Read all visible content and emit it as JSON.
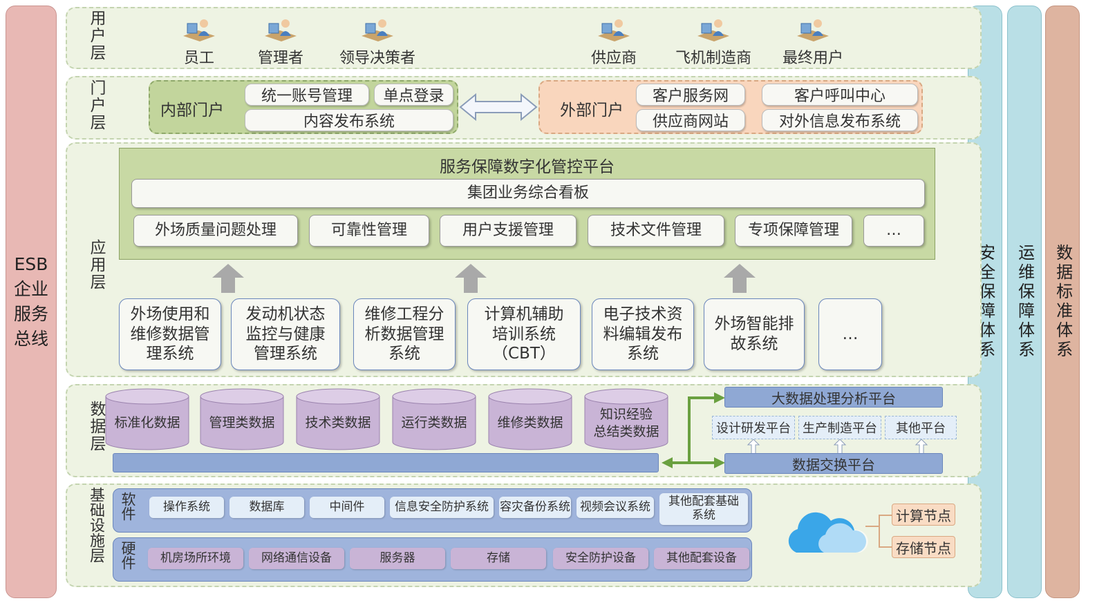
{
  "side_bars": {
    "esb": [
      "ESB",
      "企业",
      "服务",
      "总线"
    ],
    "security": "安全保障体系",
    "ops": "运维保障体系",
    "standards": "数据标准体系"
  },
  "layers": {
    "user": "用户层",
    "portal": "门户层",
    "app": "应用层",
    "data": "数据层",
    "infra": "基础设施层"
  },
  "users": [
    "员工",
    "管理者",
    "领导决策者",
    "供应商",
    "飞机制造商",
    "最终用户"
  ],
  "internal_portal": {
    "title": "内部门户",
    "items": [
      "统一账号管理",
      "单点登录",
      "内容发布系统"
    ]
  },
  "external_portal": {
    "title": "外部门户",
    "items": [
      "客户服务网",
      "客户呼叫中心",
      "供应商网站",
      "对外信息发布系统"
    ]
  },
  "platform": {
    "title": "服务保障数字化管控平台",
    "dashboard": "集团业务综合看板",
    "modules": [
      "外场质量问题处理",
      "可靠性管理",
      "用户支援管理",
      "技术文件管理",
      "专项保障管理",
      "…"
    ]
  },
  "systems": [
    [
      "外场使用和",
      "维修数据管",
      "理系统"
    ],
    [
      "发动机状态",
      "监控与健康",
      "管理系统"
    ],
    [
      "维修工程分",
      "析数据管理",
      "系统"
    ],
    [
      "计算机辅助",
      "培训系统",
      "（CBT）"
    ],
    [
      "电子技术资",
      "料编辑发布",
      "系统"
    ],
    [
      "外场智能排",
      "故系统"
    ],
    [
      "…"
    ]
  ],
  "databases": [
    [
      "标准化数据"
    ],
    [
      "管理类数据"
    ],
    [
      "技术类数据"
    ],
    [
      "运行类数据"
    ],
    [
      "维修类数据"
    ],
    [
      "知识经验",
      "总结类数据"
    ]
  ],
  "bigdata": "大数据处理分析平台",
  "sub_platforms": [
    "设计研发平台",
    "生产制造平台",
    "其他平台"
  ],
  "exchange": "数据交换平台",
  "software": {
    "label": "软件",
    "items": [
      "操作系统",
      "数据库",
      "中间件",
      "信息安全防护系统",
      "容灾备份系统",
      "视频会议系统",
      "其他配套基础系统"
    ]
  },
  "hardware": {
    "label": "硬件",
    "items": [
      "机房场所环境",
      "网络通信设备",
      "服务器",
      "存储",
      "安全防护设备",
      "其他配套设备"
    ]
  },
  "nodes": [
    "计算节点",
    "存储节点"
  ]
}
